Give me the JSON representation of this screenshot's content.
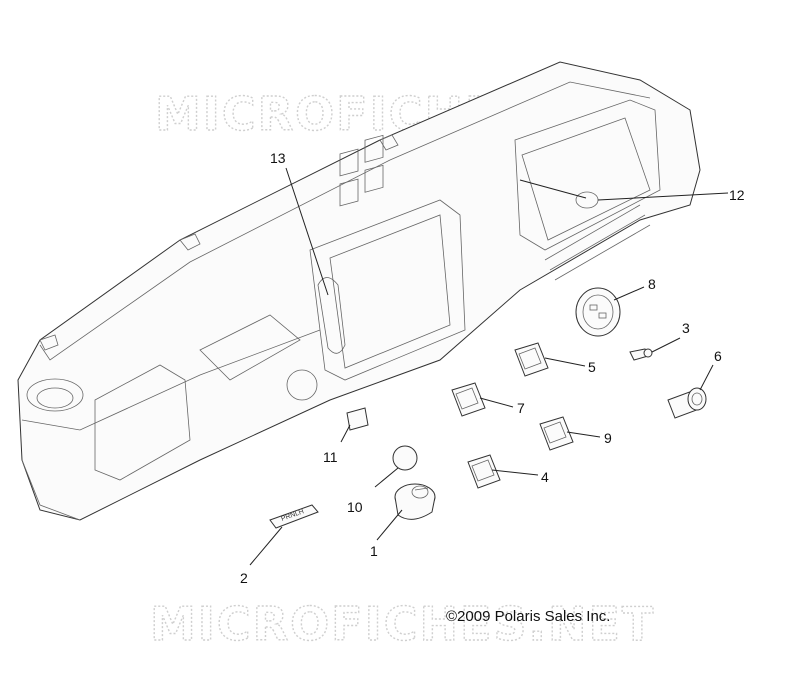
{
  "watermark": {
    "top_text": "MICROFICHES.NET",
    "bottom_text": "MICROFICHES.NET"
  },
  "copyright": "©2009 Polaris Sales Inc.",
  "callouts": {
    "c1": "1",
    "c2": "2",
    "c3": "3",
    "c4": "4",
    "c5": "5",
    "c6": "6",
    "c7": "7",
    "c8": "8",
    "c9": "9",
    "c10": "10",
    "c11": "11",
    "c12": "12",
    "c13": "13"
  },
  "parts": {
    "gear_indicator_text": "PRNLH"
  }
}
